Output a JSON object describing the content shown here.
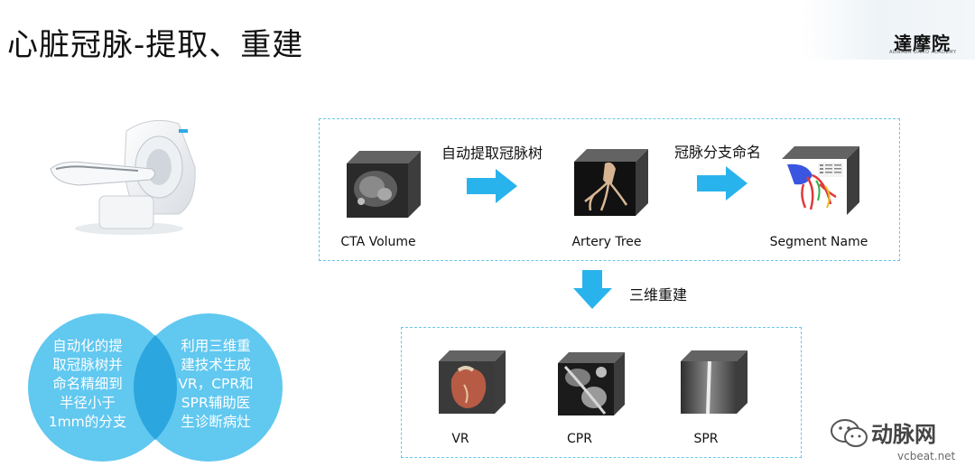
{
  "title": "心脏冠脉-提取、重建",
  "logo": {
    "text": "達摩院",
    "subtext": "ALIBABA DAMO ACADEMY"
  },
  "pipeline": {
    "nodes": [
      {
        "label": "CTA Volume"
      },
      {
        "label": "Artery Tree"
      },
      {
        "label": "Segment Name"
      }
    ],
    "arrows": [
      {
        "label": "自动提取冠脉树"
      },
      {
        "label": "冠脉分支命名"
      }
    ],
    "down_arrow_label": "三维重建",
    "outputs": [
      {
        "label": "VR"
      },
      {
        "label": "CPR"
      },
      {
        "label": "SPR"
      }
    ]
  },
  "venn": {
    "left_lines": [
      "自动化的提",
      "取冠脉树并",
      "命名精细到",
      "半径小于",
      "1mm的分支"
    ],
    "right_lines": [
      "利用三维重",
      "建技术生成",
      "VR，CPR和",
      "SPR辅助医",
      "生诊断病灶"
    ]
  },
  "watermark": {
    "name": "动脉网",
    "url": "vcbeat.net"
  },
  "colors": {
    "accent": "#29b3ec",
    "dash": "#6cc7e8",
    "venn": "#54c3ef",
    "cube_side": "#3d3d3d",
    "cube_top": "#636363"
  }
}
